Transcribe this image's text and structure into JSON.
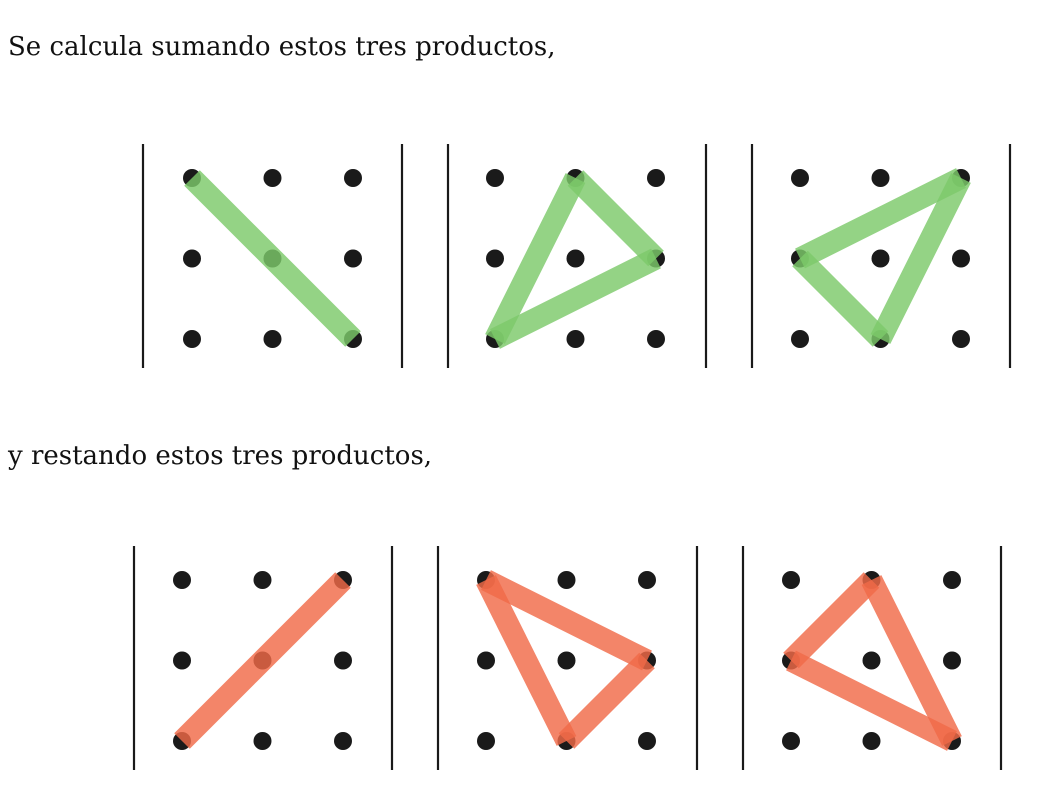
{
  "text": {
    "line_1": "Se calcula sumando estos tres productos,",
    "line_2": "y restando estos tres productos,"
  },
  "colors": {
    "dot": "#1a1a1a",
    "bar": "#1a1a1a",
    "sum_band": "#7cc96a",
    "sub_band": "#f06a48"
  },
  "figures": [
    {
      "id": "sum",
      "band_color_key": "sum_band",
      "panels": [
        {
          "paths": [
            [
              [
                0,
                0
              ],
              [
                1,
                1
              ],
              [
                2,
                2
              ]
            ]
          ]
        },
        {
          "paths": [
            [
              [
                0,
                2
              ],
              [
                1,
                0
              ]
            ],
            [
              [
                1,
                0
              ],
              [
                2,
                1
              ]
            ],
            [
              [
                2,
                1
              ],
              [
                0,
                2
              ]
            ]
          ]
        },
        {
          "paths": [
            [
              [
                0,
                1
              ],
              [
                1,
                2
              ]
            ],
            [
              [
                1,
                2
              ],
              [
                2,
                0
              ]
            ],
            [
              [
                2,
                0
              ],
              [
                0,
                1
              ]
            ]
          ]
        }
      ]
    },
    {
      "id": "sub",
      "band_color_key": "sub_band",
      "panels": [
        {
          "paths": [
            [
              [
                0,
                2
              ],
              [
                1,
                1
              ],
              [
                2,
                0
              ]
            ]
          ]
        },
        {
          "paths": [
            [
              [
                0,
                0
              ],
              [
                1,
                2
              ]
            ],
            [
              [
                1,
                2
              ],
              [
                2,
                1
              ]
            ],
            [
              [
                2,
                1
              ],
              [
                0,
                0
              ]
            ]
          ]
        },
        {
          "paths": [
            [
              [
                0,
                1
              ],
              [
                1,
                0
              ]
            ],
            [
              [
                1,
                0
              ],
              [
                2,
                2
              ]
            ],
            [
              [
                2,
                2
              ],
              [
                0,
                1
              ]
            ]
          ]
        }
      ]
    }
  ]
}
